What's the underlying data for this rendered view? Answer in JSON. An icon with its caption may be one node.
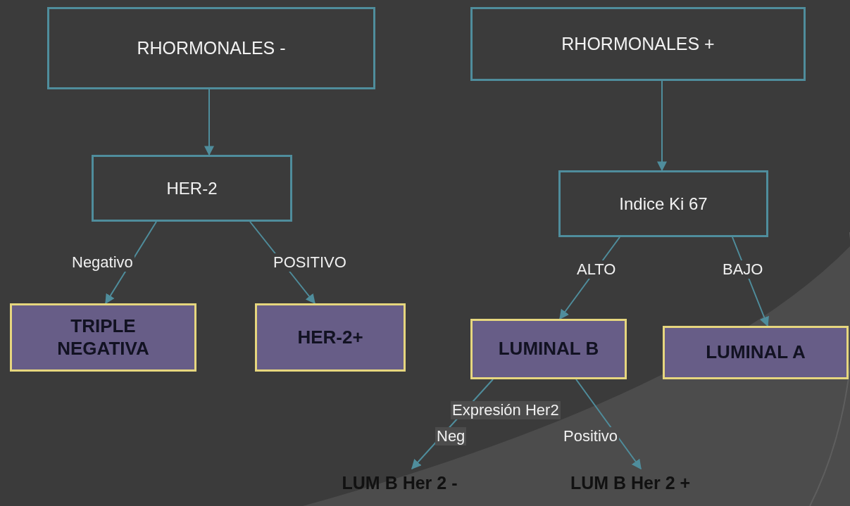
{
  "diagram": {
    "nodes": [
      {
        "text": [
          "RHORMONALES  -"
        ]
      },
      {
        "text": [
          "RHORMONALES +"
        ]
      },
      {
        "text": [
          "HER-2"
        ]
      },
      {
        "text": [
          "Indice Ki 67"
        ]
      },
      {
        "text": [
          "TRIPLE NEGATIVA"
        ]
      },
      {
        "text": [
          "HER-2+"
        ]
      },
      {
        "text": [
          "LUMINAL B"
        ]
      },
      {
        "text": [
          "LUMINAL A"
        ]
      },
      {
        "text": [
          "LUM B Her 2 -"
        ]
      },
      {
        "text": [
          "LUM B Her 2 +"
        ]
      }
    ],
    "edges": [
      {
        "from": 0,
        "to": 2,
        "arrow": "to"
      },
      {
        "from": 1,
        "to": 3,
        "arrow": "to"
      },
      {
        "from": 2,
        "to": 4,
        "arrow": "to",
        "label": "Negativo"
      },
      {
        "from": 2,
        "to": 5,
        "arrow": "to",
        "label": "POSITIVO"
      },
      {
        "from": 3,
        "to": 6,
        "arrow": "to",
        "label": "ALTO"
      },
      {
        "from": 3,
        "to": 7,
        "arrow": "to",
        "label": "BAJO"
      },
      {
        "from": 6,
        "to": 8,
        "arrow": "to",
        "label": "Neg"
      },
      {
        "from": 6,
        "to": 9,
        "arrow": "to",
        "label": "Positivo"
      }
    ],
    "labels": [
      "Expresión Her2"
    ]
  }
}
